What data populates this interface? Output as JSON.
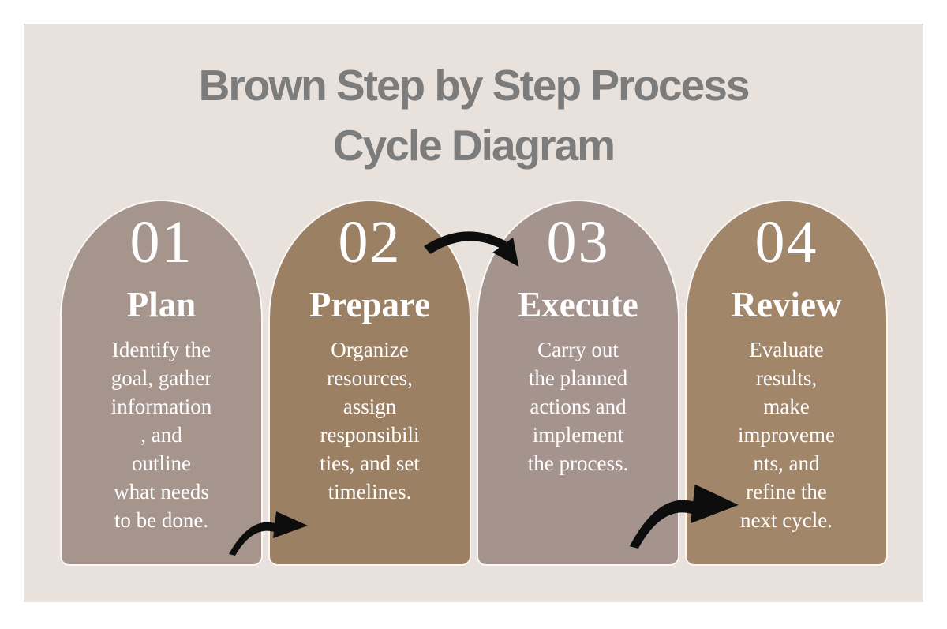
{
  "header": {
    "title_line1": "Brown Step by Step Process",
    "title_line2": "Cycle Diagram",
    "title_color": "#7c7c7c"
  },
  "colors": {
    "page_background": "#ffffff",
    "canvas_background": "#e8e1dc",
    "arrow": "#0d0d0d",
    "card_text": "#ffffff"
  },
  "steps": [
    {
      "number": "01",
      "title": "Plan",
      "description": "Identify the\ngoal, gather\ninformation\n, and\noutline\nwhat needs\nto be done.",
      "color": "#a6958c"
    },
    {
      "number": "02",
      "title": "Prepare",
      "description": "Organize\nresources,\nassign\nresponsibili\nties, and set\ntimelines.",
      "color": "#9c8064"
    },
    {
      "number": "03",
      "title": "Execute",
      "description": "Carry out\nthe planned\nactions and\nimplement\nthe process.",
      "color": "#a5948e"
    },
    {
      "number": "04",
      "title": "Review",
      "description": "Evaluate\nresults,\nmake\nimproveme\nnts, and\nrefine the\nnext cycle.",
      "color": "#a2866a"
    }
  ],
  "arrows": [
    {
      "name": "step1-to-step2"
    },
    {
      "name": "step2-to-step3"
    },
    {
      "name": "step3-to-step4"
    }
  ]
}
